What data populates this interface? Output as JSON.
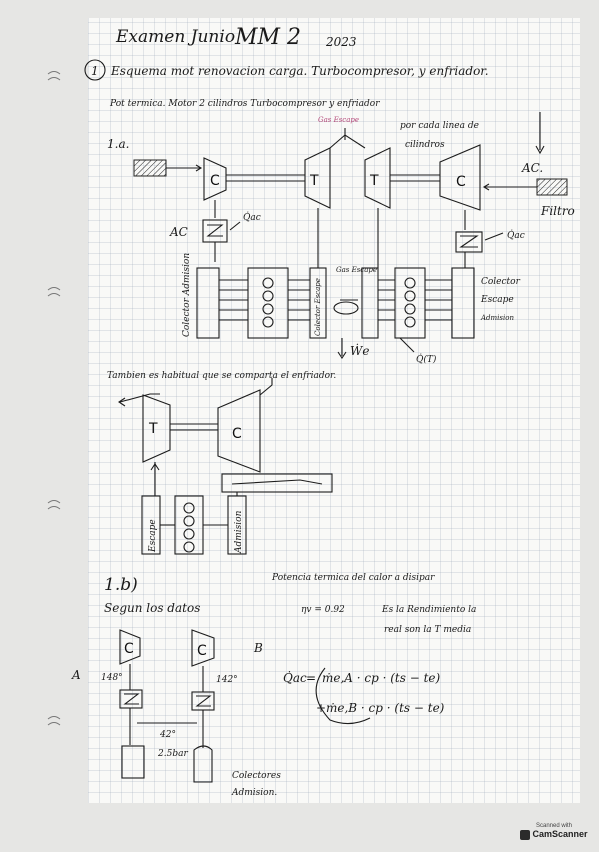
{
  "header": {
    "title": "Examen Junio",
    "subject": "MM 2",
    "year": "2023"
  },
  "section1": {
    "number": "1",
    "heading": "Esquema mot renovacion carga. Turbocompresor, y enfriador.",
    "line2": "Pot termica. Motor 2 cilindros Turbocompresor y enfriador",
    "note_line1": "por cada linea de",
    "note_line2": "cilindros"
  },
  "part_a": {
    "label": "1.a.",
    "gas_escape_label": "Gas Escape",
    "ac_right": "AC.",
    "filter_label": "Filtro",
    "ac_left": "AC",
    "q_ac_left": "Q̇ac",
    "q_ac_right": "Q̇ac",
    "comp_left": "C",
    "comp_right": "C",
    "turb_left": "T",
    "turb_right": "T",
    "manifold_left": "Colector Admision",
    "manifold_mid": "Colector Escape",
    "gas_escape_mid": "Gas Escape",
    "collector_right_line1": "Colector",
    "collector_right_line2": "Escape",
    "collector_right_line3": "Admision",
    "work_label": "Ẇe",
    "heat_label": "Q̇(T)"
  },
  "part_b_intro": {
    "text": "Tambien es habitual que se comparta el enfriador.",
    "turb": "T",
    "comp": "C",
    "escape_box": "Escape",
    "admision_box": "Admision"
  },
  "part_b": {
    "label": "1.b)",
    "subtitle": "Segun los datos",
    "potencia_line": "Potencia termica del calor a disipar",
    "eta": "ηv = 0.92",
    "note_line1": "Es la Rendimiento la",
    "note_line2": "real son la T media",
    "point_a": "A",
    "point_b": "B",
    "temp_a": "148°",
    "temp_b": "142°",
    "temp_out": "42°",
    "pressure": "2.5bar",
    "comp_a": "C",
    "comp_b": "C",
    "collector_line1": "Colectores",
    "collector_line2": "Admision.",
    "eq_lhs": "Q̇ac",
    "eq_row1": "ṁe,A · cp · (ts − te)",
    "eq_row2": "ṁe,B · cp · (ts − te)"
  },
  "watermark": {
    "top": "Scanned with",
    "bottom": "CamScanner"
  }
}
